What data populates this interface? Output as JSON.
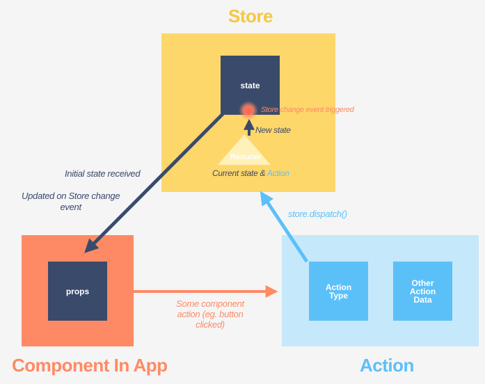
{
  "colors": {
    "store": "#fdd76a",
    "store_title": "#f5c842",
    "component": "#fe8a65",
    "action_bg": "#c5e8fb",
    "action_title": "#5bc0f8",
    "dark_box": "#3a4a6b",
    "blue_box": "#5bc0f8",
    "event_text": "#fe8a65"
  },
  "store": {
    "title": "Store",
    "state_label": "state",
    "event_label": "Store change event triggered",
    "new_state_label": "New state",
    "reducer_label": "Reducer",
    "current_state_text": "Current state & ",
    "current_state_action": "Action"
  },
  "component": {
    "title": "Component In App",
    "props_label": "props",
    "action_line1": "Some component",
    "action_line2": "action (eg. button",
    "action_line3": "clicked)"
  },
  "action": {
    "title": "Action",
    "type_line1": "Action",
    "type_line2": "Type",
    "data_line1": "Other",
    "data_line2": "Action",
    "data_line3": "Data"
  },
  "flow": {
    "initial_state": "Initial state received",
    "updated_line1": "Updated on Store change",
    "updated_line2": "event",
    "dispatch": "store.dispatch()"
  }
}
